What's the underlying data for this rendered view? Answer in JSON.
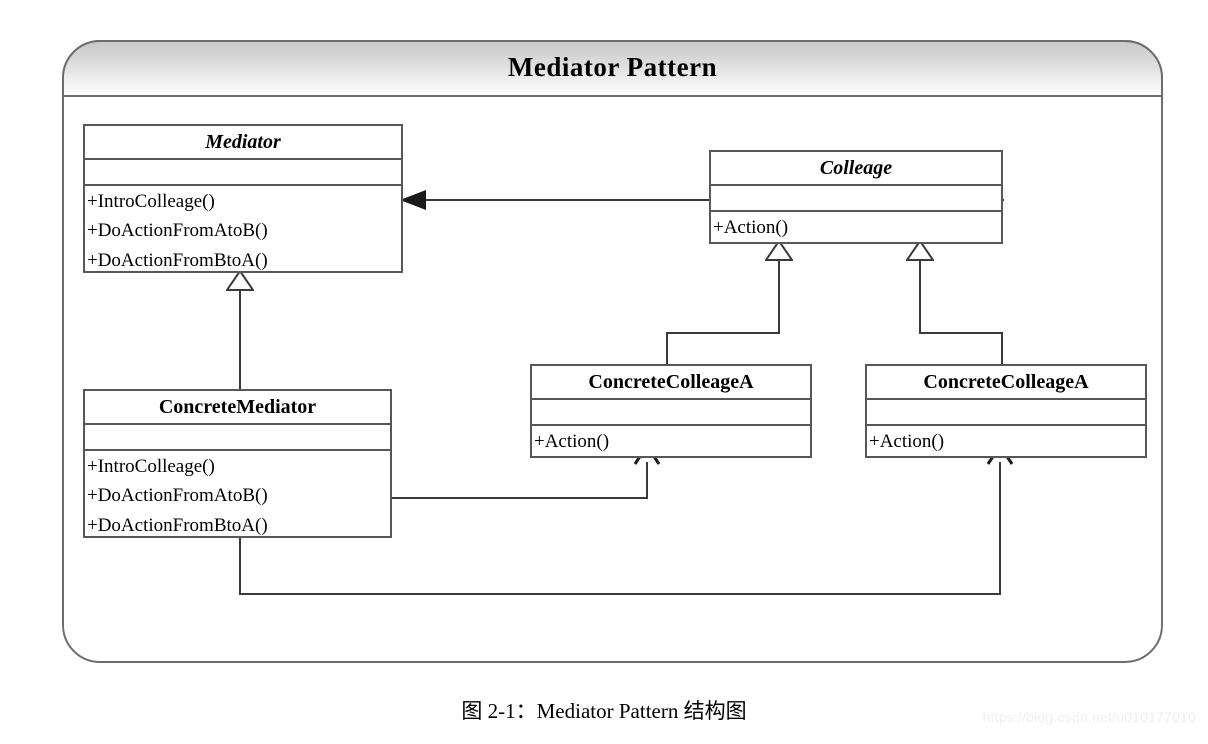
{
  "frame": {
    "title": "Mediator Pattern"
  },
  "caption": "图 2-1：Mediator Pattern 结构图",
  "watermark": "https://blog.csdn.net/u010177010",
  "diagram": {
    "type": "uml-class-diagram",
    "classes": [
      {
        "id": "mediator",
        "name": "Mediator",
        "stereotype": "abstract",
        "attributes": [],
        "operations": [
          "+IntroColleage()",
          "+DoActionFromAtoB()",
          "+DoActionFromBtoA()"
        ]
      },
      {
        "id": "colleage",
        "name": "Colleage",
        "stereotype": "abstract",
        "attributes": [],
        "operations": [
          "+Action()"
        ]
      },
      {
        "id": "concrete-mediator",
        "name": "ConcreteMediator",
        "stereotype": "concrete",
        "attributes": [],
        "operations": [
          "+IntroColleage()",
          "+DoActionFromAtoB()",
          "+DoActionFromBtoA()"
        ]
      },
      {
        "id": "concrete-colleage-a",
        "name": "ConcreteColleageA",
        "stereotype": "concrete",
        "attributes": [],
        "operations": [
          "+Action()"
        ]
      },
      {
        "id": "concrete-colleage-b",
        "name": "ConcreteColleageA",
        "stereotype": "concrete",
        "attributes": [],
        "operations": [
          "+Action()"
        ]
      }
    ],
    "relations": [
      {
        "from": "colleage",
        "to": "mediator",
        "kind": "association",
        "arrow": "solid-filled"
      },
      {
        "from": "concrete-mediator",
        "to": "mediator",
        "kind": "generalization",
        "arrow": "hollow-triangle"
      },
      {
        "from": "concrete-colleage-a",
        "to": "colleage",
        "kind": "generalization",
        "arrow": "hollow-triangle"
      },
      {
        "from": "concrete-colleage-b",
        "to": "colleage",
        "kind": "generalization",
        "arrow": "hollow-triangle"
      },
      {
        "from": "concrete-mediator",
        "to": "concrete-colleage-a",
        "kind": "association",
        "arrow": "open-line"
      },
      {
        "from": "concrete-mediator",
        "to": "concrete-colleage-b",
        "kind": "association",
        "arrow": "open-line"
      }
    ]
  },
  "colors": {
    "border": "#575757",
    "frame_border": "#6d6d6d",
    "line": "#3a3a3a",
    "header_gradient_top": "#c9c9c9",
    "header_gradient_bottom": "#fdfdfd",
    "watermark": "#efefef"
  }
}
